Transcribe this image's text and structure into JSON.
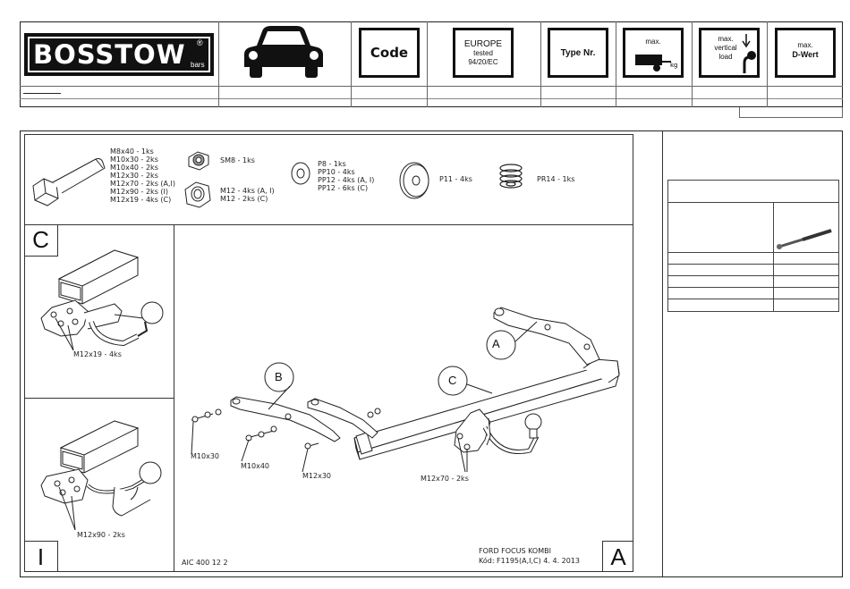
{
  "header": {
    "logo": "BOSSTOW",
    "logo_reg": "®",
    "logo_sub": "bars",
    "car_icon": "car-icon",
    "code_label": "Code",
    "europe_line1": "EUROPE",
    "europe_line2": "tested",
    "europe_line3": "94/20/EC",
    "type_label": "Type Nr.",
    "max_trailer_label": "max.",
    "max_vertical_l1": "max.",
    "max_vertical_l2": "vertical",
    "max_vertical_l3": "load",
    "dwert_l1": "max.",
    "dwert_l2": "D-Wert"
  },
  "parts": {
    "bolts": [
      "M8x40 - 1ks",
      "M10x30 - 2ks",
      "M10x40 - 2ks",
      "M12x30 - 2ks",
      "M12x70 - 2ks (A,I)",
      "M12x90 - 2ks (I)",
      "M12x19 - 4ks (C)"
    ],
    "nut_sm8": "SM8 - 1ks",
    "nut_m12": [
      "M12 - 4ks (A, I)",
      "M12 - 2ks (C)"
    ],
    "washers": [
      "P8 - 1ks",
      "PP10 - 4ks",
      "PP12 - 4ks (A, I)",
      "PP12 - 6ks (C)"
    ],
    "washer_p11": "P11 - 4ks",
    "spring": "PR14 - 1ks"
  },
  "panels": {
    "c_letter": "C",
    "c_bolt": "M12x19 - 4ks",
    "i_letter": "I",
    "i_bolt": "M12x90 - 2ks",
    "a_letter": "A"
  },
  "main": {
    "bubble_a": "A",
    "bubble_b": "B",
    "bubble_c": "C",
    "m10x30": "M10x30",
    "m10x40": "M10x40",
    "m12x30": "M12x30",
    "m12x70": "M12x70 - 2ks",
    "drawing_no": "AIC 400 12 2",
    "vehicle": "FORD FOCUS KOMBI",
    "kod": "Kód: F1195(A,I,C)  4. 4. 2013"
  },
  "side_table": {
    "tool_icon": "torque-wrench-icon",
    "rows": 6
  }
}
